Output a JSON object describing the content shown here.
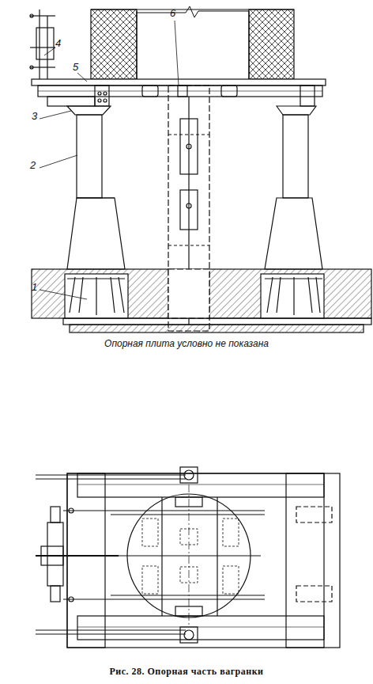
{
  "diagram": {
    "caption": "Рис. 28. Опорная часть вагранки",
    "labels": [
      "1",
      "2",
      "3",
      "4",
      "5",
      "6",
      "Опорная плита условно не показана"
    ]
  }
}
